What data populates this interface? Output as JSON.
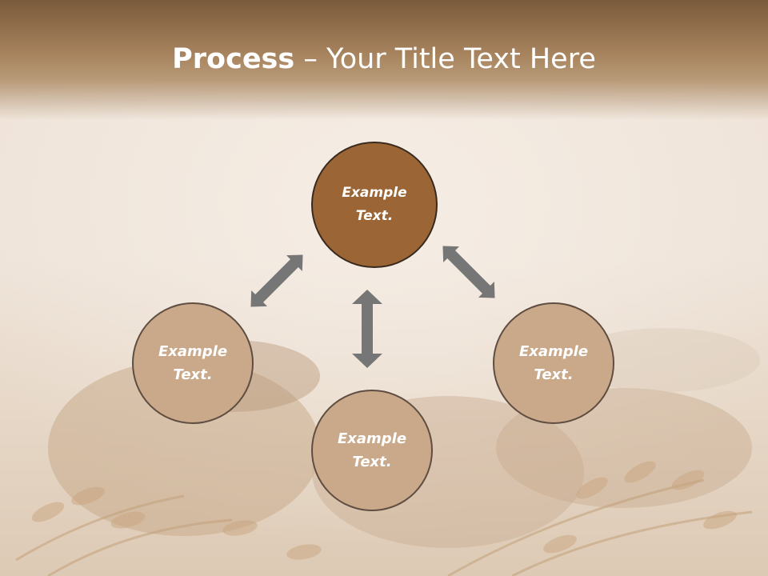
{
  "slide": {
    "title_bold": "Process",
    "title_rest": " – Your Title Text Here",
    "colors": {
      "primary_node": "#9b6535",
      "secondary_node": "#c9a98a",
      "arrow": "#767676",
      "title_band": "#8e6c4a"
    }
  },
  "nodes": {
    "top": {
      "text": "Example Text."
    },
    "left": {
      "text": "Example Text."
    },
    "right": {
      "text": "Example Text."
    },
    "bottom": {
      "text": "Example Text."
    }
  }
}
